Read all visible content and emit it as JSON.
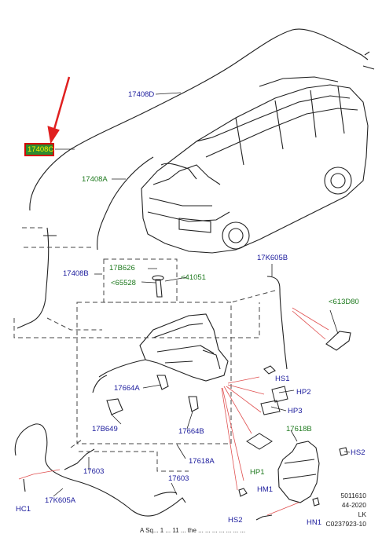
{
  "labels": {
    "l_17408D": "17408D",
    "l_17408C": "17408C",
    "l_17408A": "17408A",
    "l_17408B": "17408B",
    "l_17B626": "17B626",
    "l_65528": "<65528",
    "l_41051": "<41051",
    "l_17K605B": "17K605B",
    "l_613D80": "<613D80",
    "l_HS1": "HS1",
    "l_HP2": "HP2",
    "l_HP3": "HP3",
    "l_17664A": "17664A",
    "l_17B649": "17B649",
    "l_17664B": "17664B",
    "l_17618B": "17618B",
    "l_HS2a": "HS2",
    "l_17603a": "17603",
    "l_17618A": "17618A",
    "l_HP1": "HP1",
    "l_17603b": "17603",
    "l_HC1": "HC1",
    "l_17K605A": "17K605A",
    "l_HM1": "HM1",
    "l_HS2b": "HS2",
    "l_HN1": "HN1"
  },
  "reference": {
    "line1": "5011610",
    "line2": "44-2020",
    "line3": "LK",
    "line4": "C0237923-10"
  },
  "footer_partial": "A Sq... 1 ... 11 ... the ... ... ... ... ... ... ...",
  "colors": {
    "label_blue": "#1a1a9c",
    "label_green": "#1f7a1f",
    "highlight_box": "#d40000",
    "highlight_fill": "#2e8b2e",
    "highlight_text": "#fff200",
    "callout_arrow": "#e02020",
    "leader_red": "#e05050"
  }
}
